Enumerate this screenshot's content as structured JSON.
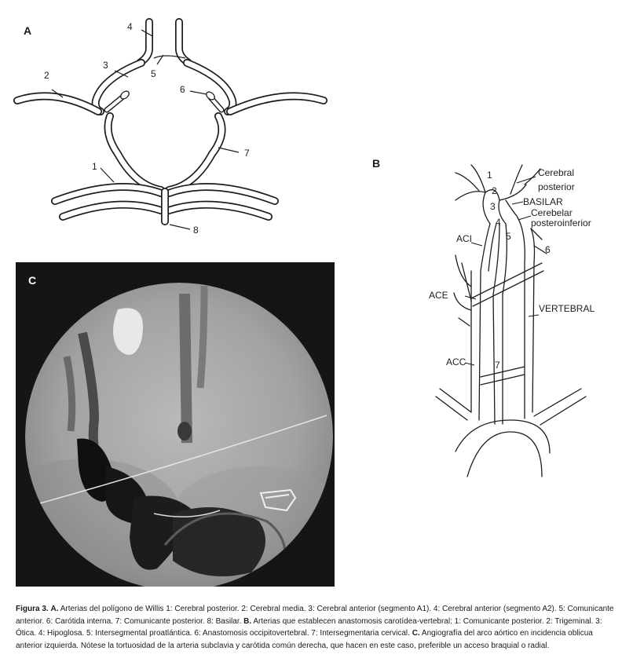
{
  "panels": {
    "a": {
      "letter": "A",
      "labels": [
        "1",
        "2",
        "3",
        "4",
        "5",
        "6",
        "7",
        "8"
      ]
    },
    "b": {
      "letter": "B",
      "labels": {
        "n1": "1",
        "n2": "2",
        "n3": "3",
        "n4": "4",
        "n5": "5",
        "n6": "6",
        "n7": "7",
        "cerebral_posterior_1": "Cerebral",
        "cerebral_posterior_2": "posterior",
        "basilar": "BASILAR",
        "cerebelar_1": "Cerebelar",
        "cerebelar_2": "posteroinferior",
        "aci": "ACI",
        "ace": "ACE",
        "vertebral": "VERTEBRAL",
        "acc": "ACC"
      }
    },
    "c": {
      "letter": "C"
    }
  },
  "caption": {
    "figure_label": "Figura 3.",
    "a_letter": "A.",
    "a_text": " Arterias del polígono de Willis 1: Cerebral posterior. 2: Cerebral media. 3: Cerebral anterior (segmento A1). 4: Cerebral anterior (segmento A2). 5: Comunicante anterior. 6: Carótida interna. 7: Comunicante posterior. 8: Basilar. ",
    "b_letter": "B.",
    "b_text": " Arterias que establecen anastomosis carotídea-vertebral: 1: Comunicante posterior. 2: Trigeminal. 3: Ótica. 4: Hipoglosa. 5: Intersegmental proatlántica. 6: Anastomosis occipitovertebral. 7: Intersegmentaria cervical. ",
    "c_letter": "C.",
    "c_text": " Angiografía del arco aórtico en incidencia oblicua anterior izquierda. Nótese la tortuosidad de la arteria subclavia y carótida común derecha, que hacen en este caso, preferible un acceso braquial o radial."
  }
}
